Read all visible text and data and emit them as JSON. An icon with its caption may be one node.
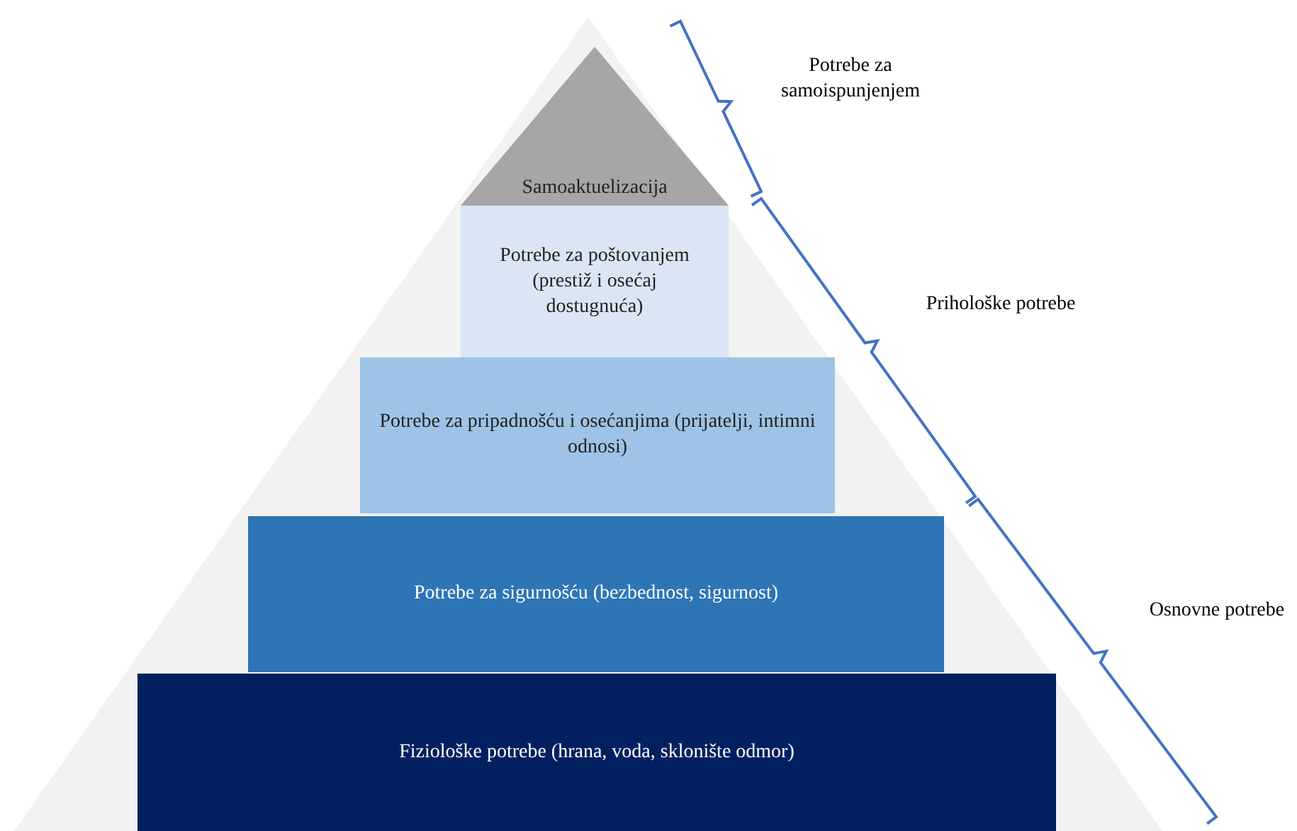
{
  "diagram": {
    "nodes": [
      {
        "text": [
          "Samoaktuelizacija"
        ]
      },
      {
        "text": [
          "Potrebe za poštovanjem (prestiž i osećaj dostugnuća)"
        ]
      },
      {
        "text": [
          "Potrebe za pripadnošću i osećanjima (prijatelji, intimni odnosi)"
        ]
      },
      {
        "text": [
          "Potrebe za sigurnošću (bezbednost, sigurnost)"
        ]
      },
      {
        "text": [
          "Fiziološke potrebe (hrana, voda, sklonište odmor)"
        ]
      }
    ],
    "edges": [],
    "labels": [
      "Potrebe za samoispunjenjem",
      "Prihološke potrebe",
      "Osnovne potrebe"
    ]
  }
}
